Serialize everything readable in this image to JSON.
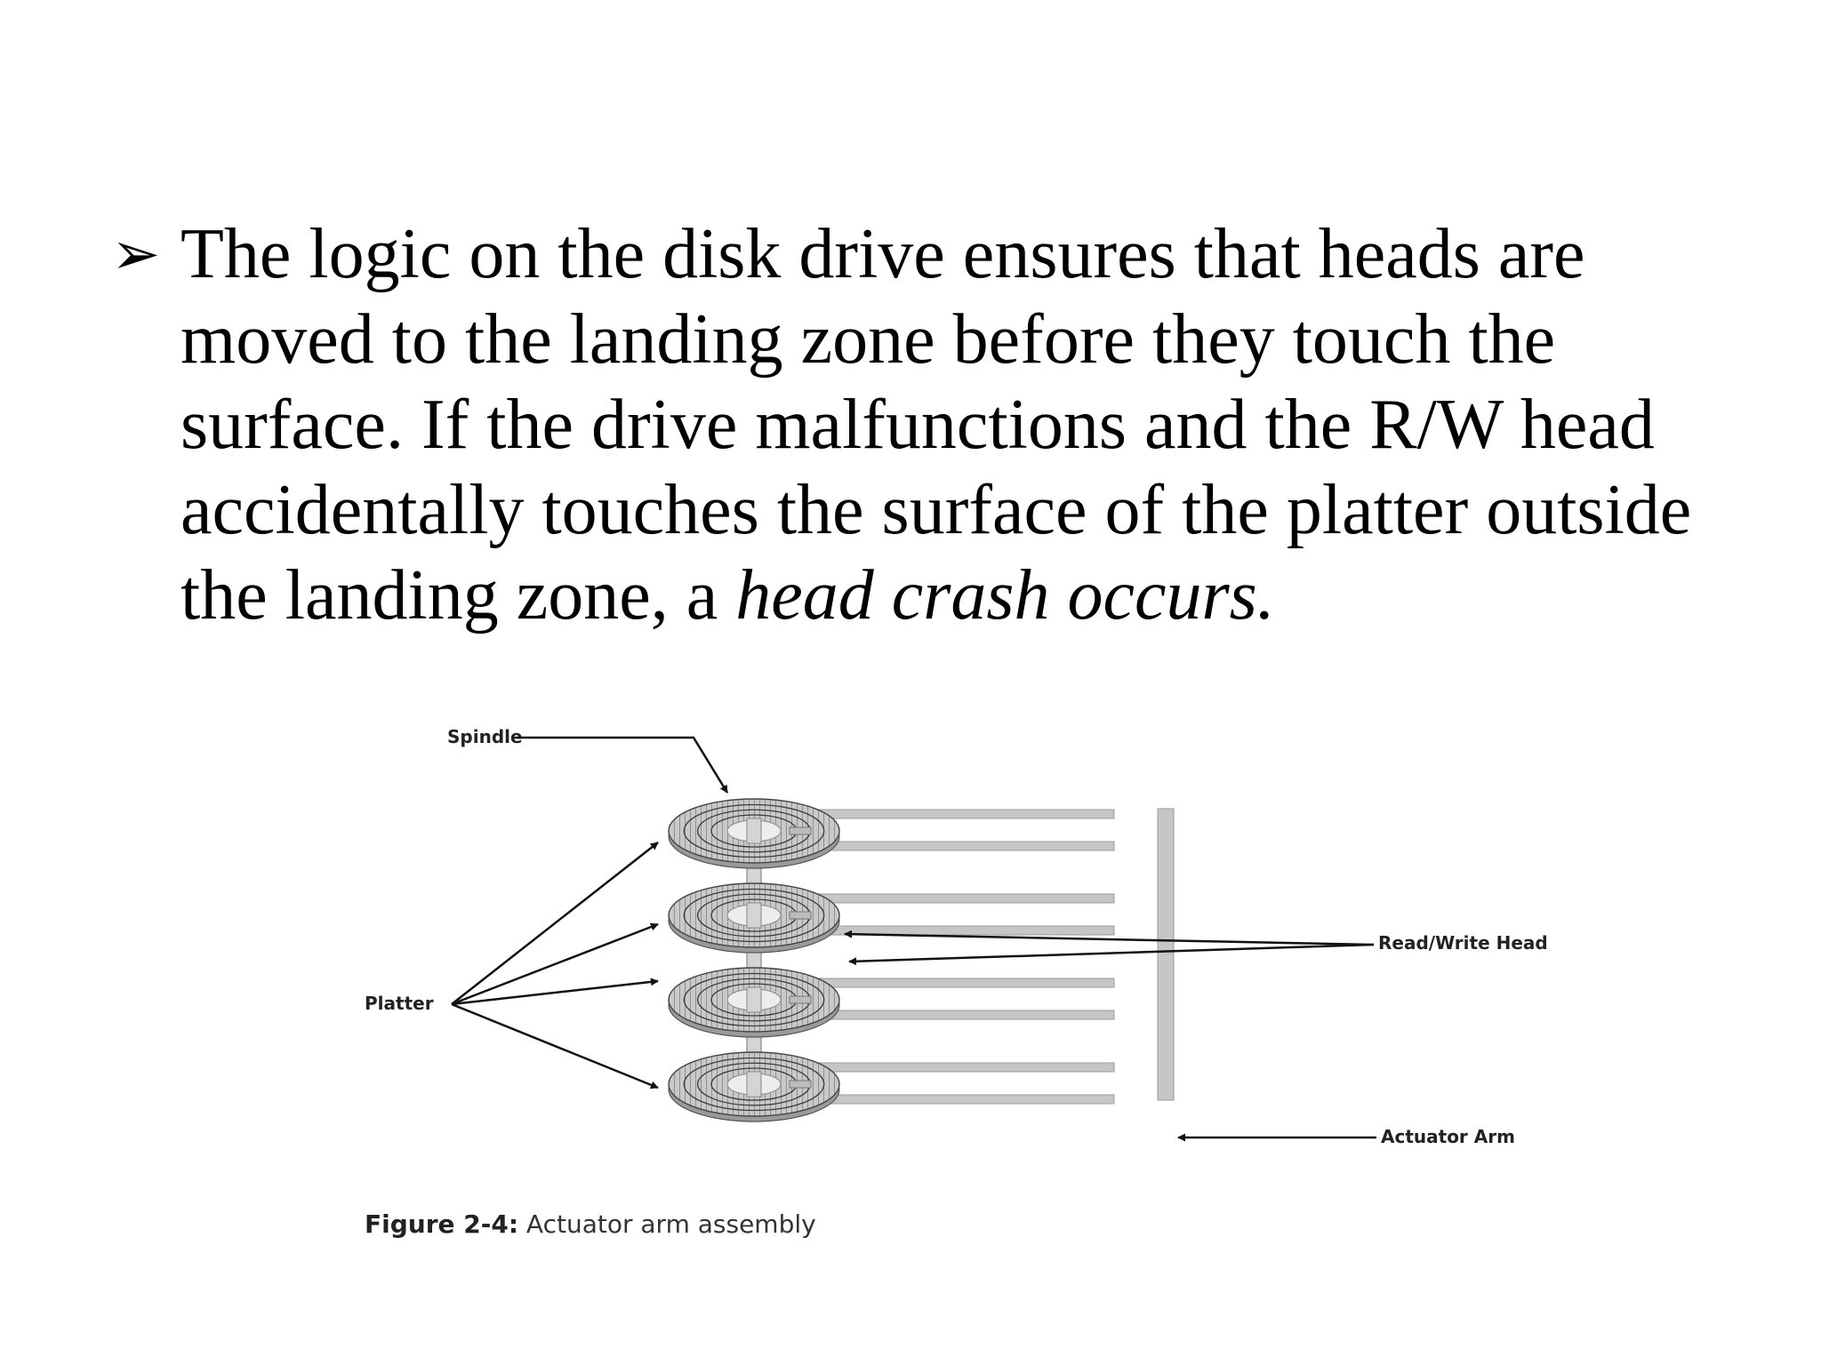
{
  "slide": {
    "bullet_glyph": "➢",
    "text_before": "The logic on the disk drive ensures that heads are moved to the landing zone before they touch the surface. If the drive  malfunctions and the R/W head accidentally touches the surface of the platter outside the landing zone, a ",
    "text_italic": "head crash occurs."
  },
  "figure": {
    "labels": {
      "spindle": "Spindle",
      "platter": "Platter",
      "read_write_head": "Read/Write Head",
      "actuator_arm": "Actuator Arm"
    },
    "caption_bold": "Figure 2-4:",
    "caption_text": " Actuator arm assembly",
    "platter_count": 4
  }
}
